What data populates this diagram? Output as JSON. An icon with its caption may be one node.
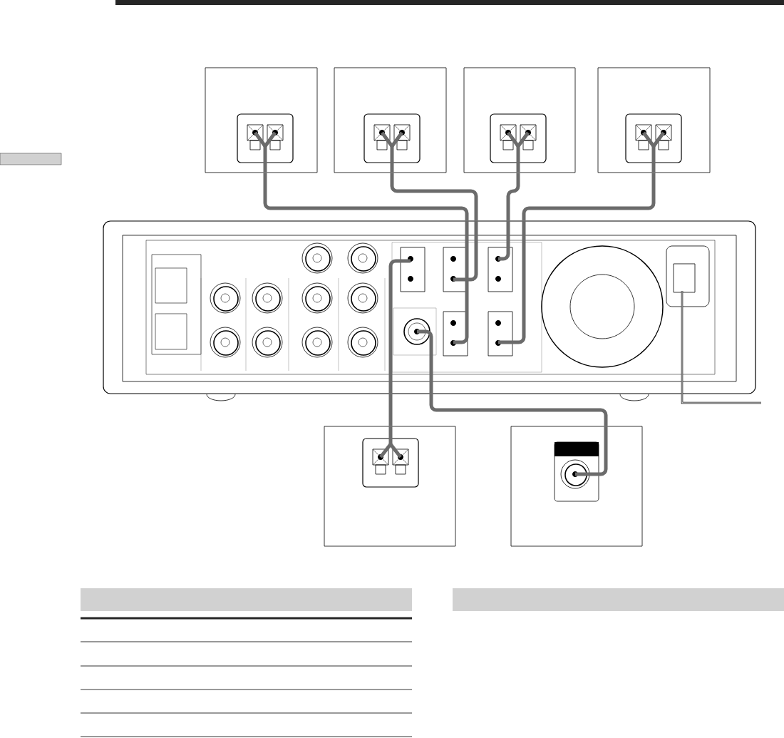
{
  "diagram": {
    "nodes": [
      {
        "text": [],
        "shape": "box"
      },
      {
        "text": [],
        "shape": "box"
      },
      {
        "text": [],
        "shape": "box"
      },
      {
        "text": [],
        "shape": "box"
      },
      {
        "text": [],
        "shape": "picture"
      },
      {
        "text": [],
        "shape": "box"
      },
      {
        "text": [],
        "shape": "box"
      },
      {
        "text": [],
        "shape": "bar"
      },
      {
        "text": [],
        "shape": "bar"
      },
      {
        "text": [],
        "shape": "bar"
      }
    ],
    "edges": [
      {
        "from": 0,
        "to": 4,
        "arrow": "none"
      },
      {
        "from": 1,
        "to": 4,
        "arrow": "none"
      },
      {
        "from": 2,
        "to": 4,
        "arrow": "none"
      },
      {
        "from": 3,
        "to": 4,
        "arrow": "none"
      },
      {
        "from": 5,
        "to": 4,
        "arrow": "none"
      },
      {
        "from": 6,
        "to": 4,
        "arrow": "none"
      }
    ]
  }
}
